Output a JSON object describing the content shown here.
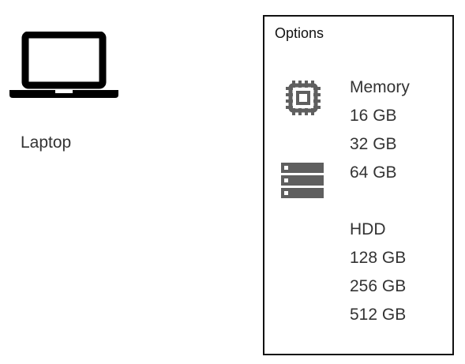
{
  "device": {
    "label": "Laptop",
    "icon": "laptop-icon"
  },
  "options_panel": {
    "title": "Options",
    "memory": {
      "icon": "cpu-chip-icon",
      "heading": "Memory",
      "options": [
        "16 GB",
        "32 GB",
        "64 GB"
      ]
    },
    "hdd": {
      "icon": "server-storage-icon",
      "heading": "HDD",
      "options": [
        "128 GB",
        "256 GB",
        "512 GB"
      ]
    }
  },
  "colors": {
    "icon_dark": "#000000",
    "icon_gray": "#5f5f5f",
    "text": "#333333",
    "border": "#111111"
  }
}
